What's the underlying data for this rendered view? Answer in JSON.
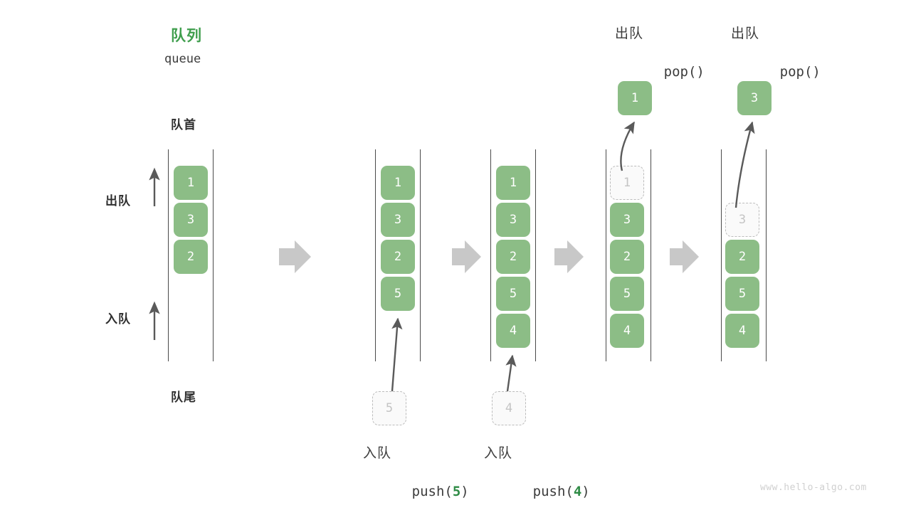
{
  "diagram": {
    "title_cn": "队列",
    "title_en": "queue",
    "head_label": "队首",
    "tail_label": "队尾",
    "dequeue_label": "出队",
    "enqueue_label": "入队",
    "watermark": "www.hello-algo.com",
    "colors": {
      "accent_green": "#3f9e4d",
      "cell_green": "#8cbd86",
      "ghost_border": "#bcbcbc",
      "ghost_text": "#c4c4c4",
      "rail": "#4a4a4a",
      "flow_arrow": "#c8c8c8",
      "text_dark": "#2f2f2f",
      "watermark": "#d0d0d0"
    }
  },
  "stages": [
    {
      "id": "initial",
      "cells": [
        "1",
        "3",
        "2"
      ],
      "ghost_index": null,
      "incoming": null,
      "popped": null,
      "op_cn": null,
      "op_code": null
    },
    {
      "id": "push-5",
      "cells": [
        "1",
        "3",
        "2",
        "5"
      ],
      "ghost_index": null,
      "incoming": "5",
      "popped": null,
      "op_cn": "入队",
      "op_code_prefix": "push(",
      "op_code_num": "5",
      "op_code_suffix": ")"
    },
    {
      "id": "push-4",
      "cells": [
        "1",
        "3",
        "2",
        "5",
        "4"
      ],
      "ghost_index": null,
      "incoming": "4",
      "popped": null,
      "op_cn": "入队",
      "op_code_prefix": "push(",
      "op_code_num": "4",
      "op_code_suffix": ")"
    },
    {
      "id": "pop-1",
      "cells": [
        "1",
        "3",
        "2",
        "5",
        "4"
      ],
      "ghost_index": 0,
      "incoming": null,
      "popped": "1",
      "op_cn": "出队",
      "op_code_prefix": "pop(",
      "op_code_num": "",
      "op_code_suffix": ")"
    },
    {
      "id": "pop-3",
      "cells": [
        "3",
        "2",
        "5",
        "4"
      ],
      "cell_offset": 1,
      "ghost_index": 0,
      "incoming": null,
      "popped": "3",
      "op_cn": "出队",
      "op_code_prefix": "pop(",
      "op_code_num": "",
      "op_code_suffix": ")"
    }
  ],
  "flow_arrows": [
    {
      "label": "flow-arrow-1"
    },
    {
      "label": "flow-arrow-2"
    },
    {
      "label": "flow-arrow-3"
    },
    {
      "label": "flow-arrow-4"
    }
  ]
}
